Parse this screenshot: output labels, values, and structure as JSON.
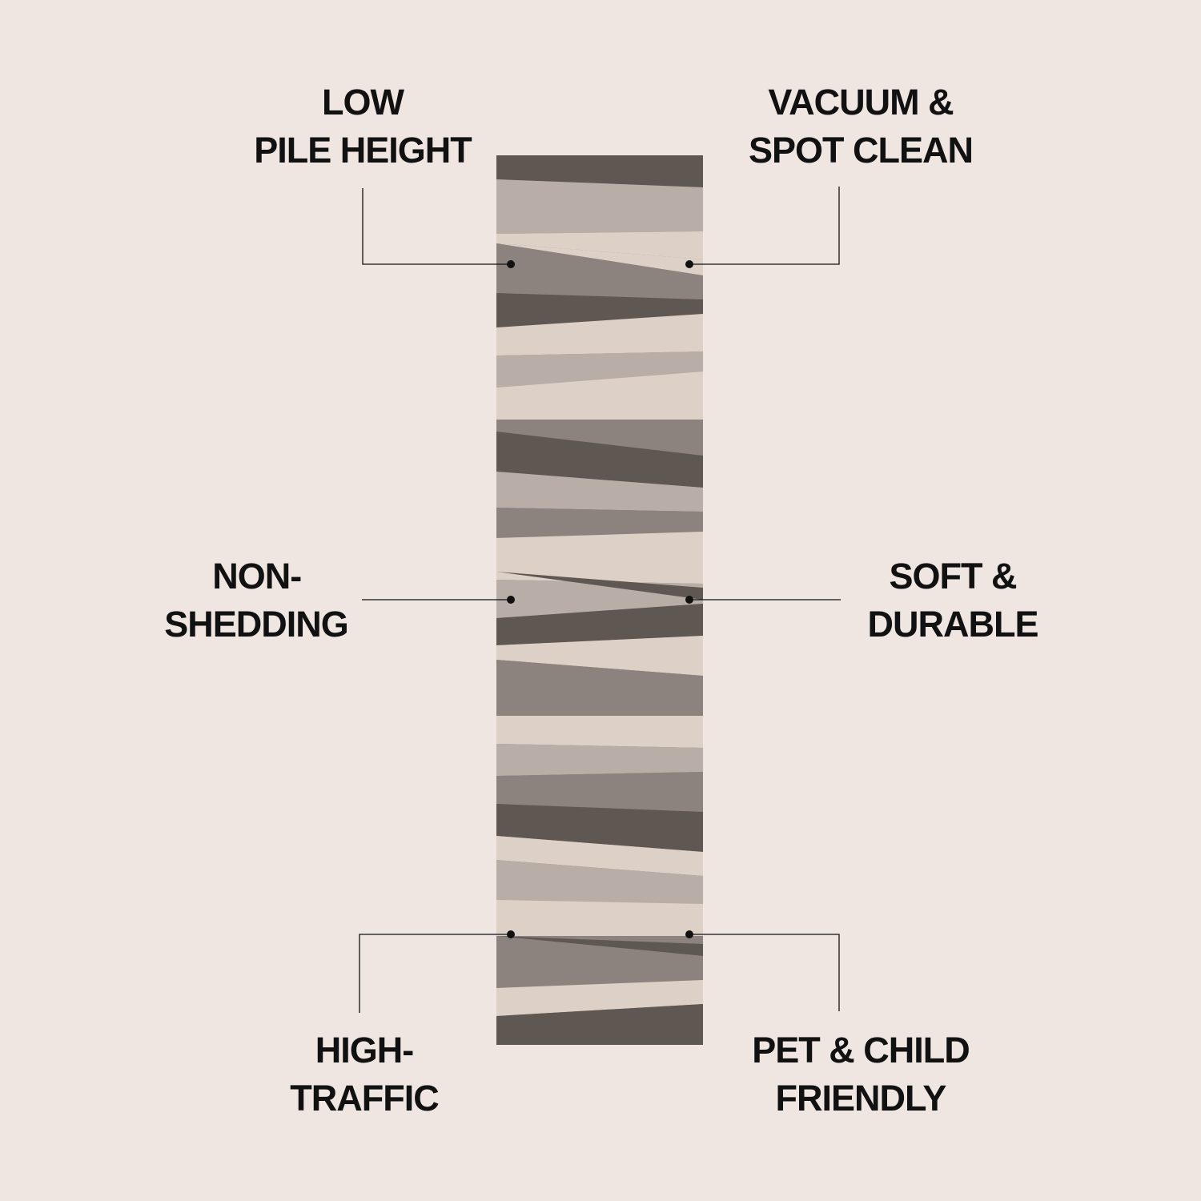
{
  "features": [
    {
      "line1": "LOW",
      "line2": "PILE HEIGHT"
    },
    {
      "line1": "VACUUM &",
      "line2": "SPOT CLEAN"
    },
    {
      "line1": "NON-",
      "line2": "SHEDDING"
    },
    {
      "line1": "SOFT &",
      "line2": "DURABLE"
    },
    {
      "line1": "HIGH-",
      "line2": "TRAFFIC"
    },
    {
      "line1": "PET & CHILD",
      "line2": "FRIENDLY"
    }
  ],
  "colors": {
    "background": "#efe6e2",
    "text": "#111111",
    "rug_dark": "#5f5752",
    "rug_medium": "#8c837e",
    "rug_light": "#b8aea7",
    "rug_beige": "#ddd1c7"
  }
}
